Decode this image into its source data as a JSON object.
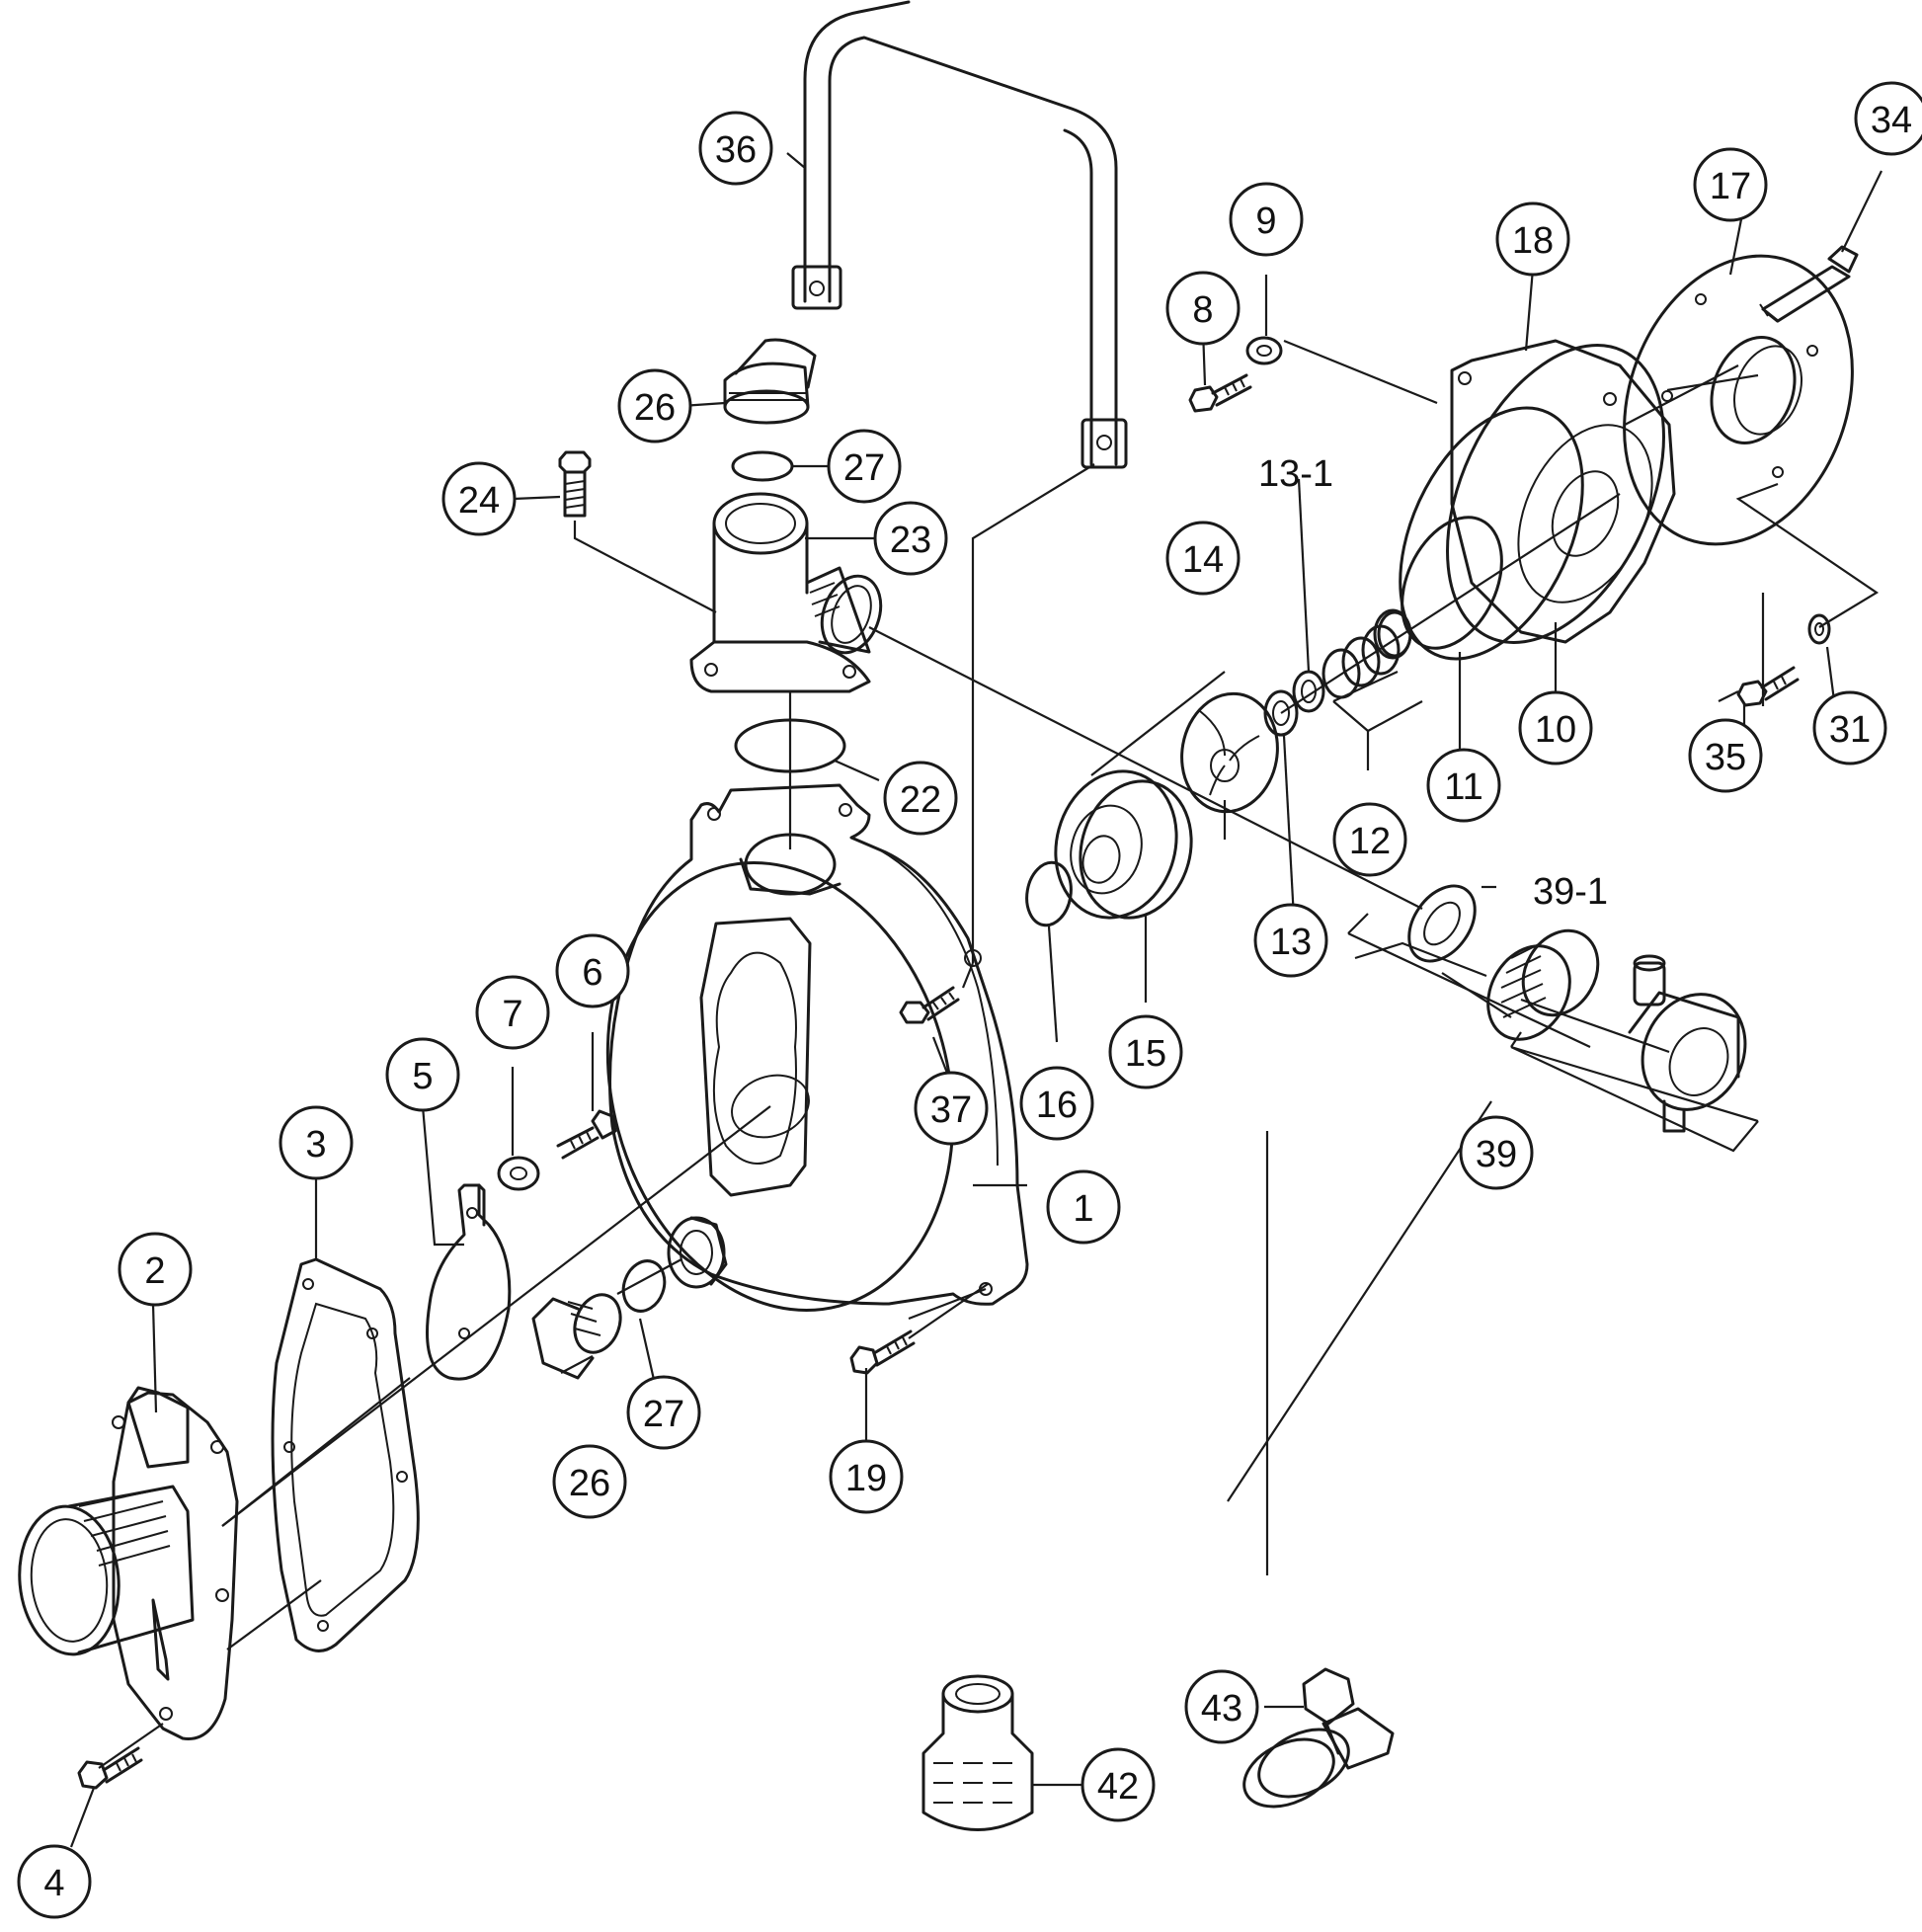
{
  "callouts": {
    "c1": "1",
    "c2": "2",
    "c3": "3",
    "c4": "4",
    "c5": "5",
    "c6": "6",
    "c7": "7",
    "c8": "8",
    "c9": "9",
    "c10": "10",
    "c11": "11",
    "c12": "12",
    "c13": "13",
    "c13_1": "13-1",
    "c14": "14",
    "c15": "15",
    "c16": "16",
    "c17": "17",
    "c18": "18",
    "c19": "19",
    "c22": "22",
    "c23": "23",
    "c24": "24",
    "c26a": "26",
    "c26b": "26",
    "c27a": "27",
    "c27b": "27",
    "c31": "31",
    "c34": "34",
    "c35": "35",
    "c36": "36",
    "c37": "37",
    "c39": "39",
    "c39_1": "39-1",
    "c42": "42",
    "c43": "43"
  }
}
